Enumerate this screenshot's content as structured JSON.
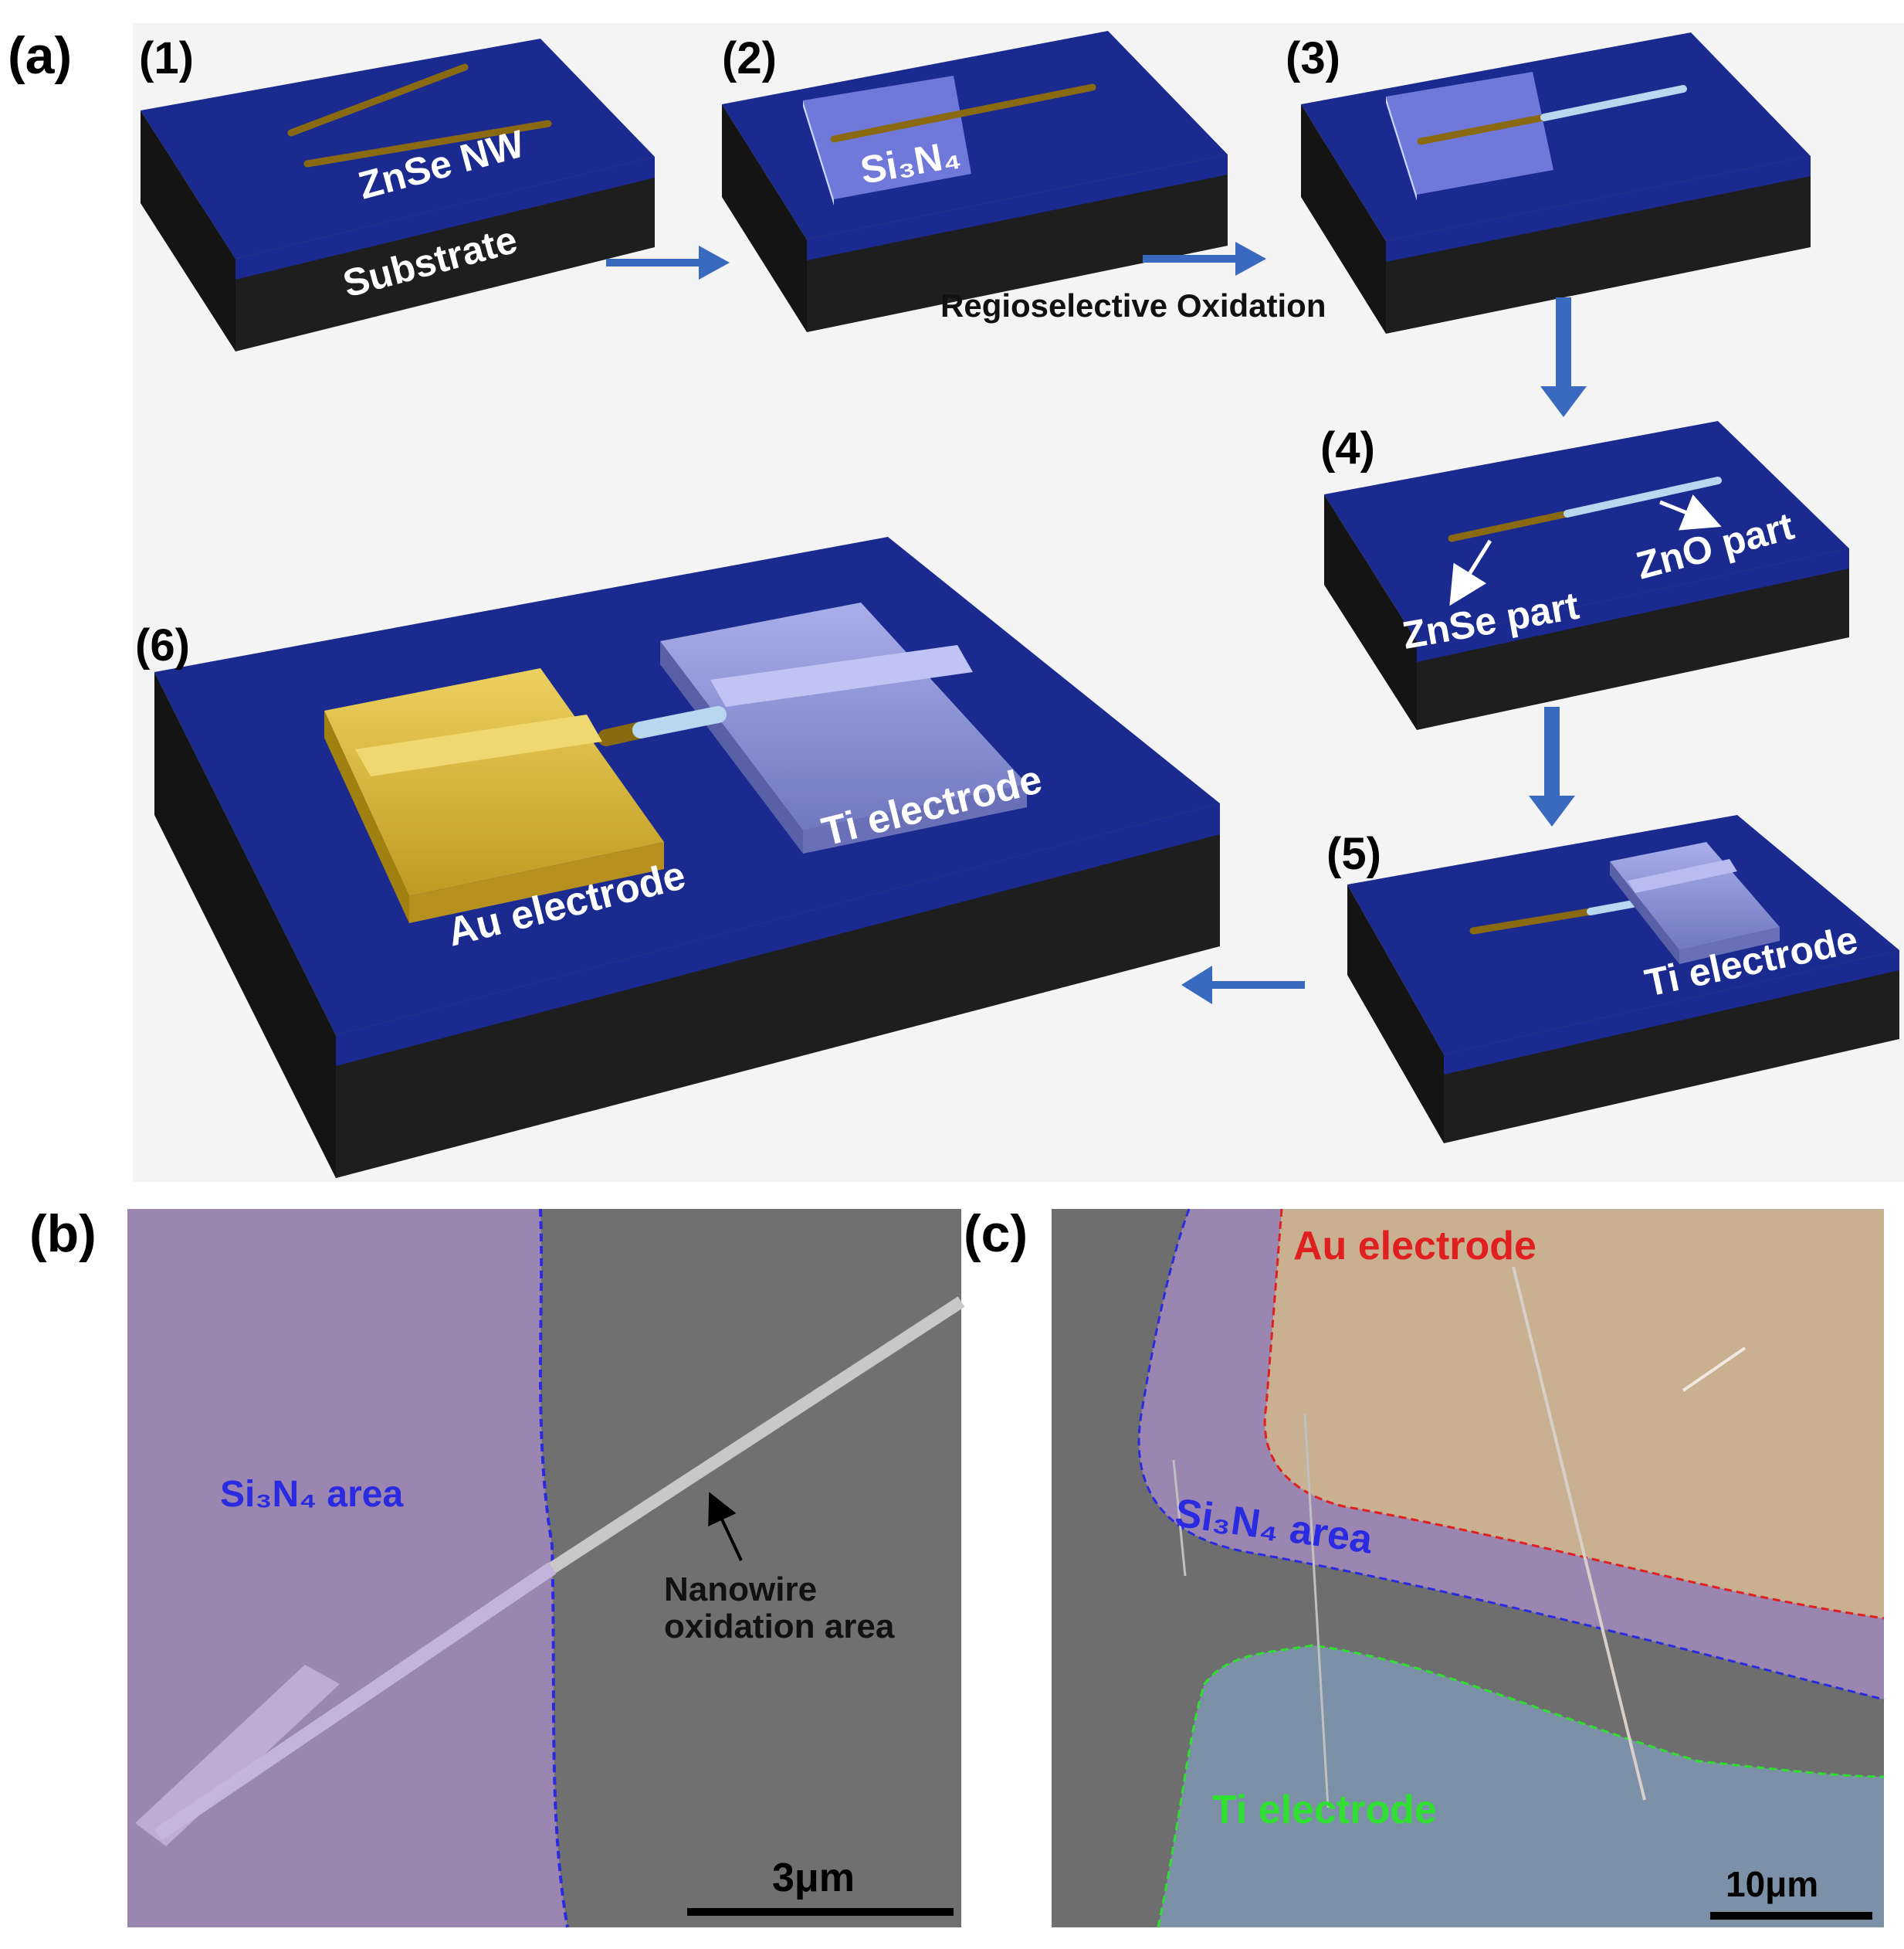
{
  "panel_a": {
    "label": "(a)",
    "steps": [
      {
        "num": "(1)",
        "texts": {
          "nw": "ZnSe NW",
          "substrate": "Substrate"
        }
      },
      {
        "num": "(2)",
        "texts": {
          "si3n4": "Si₃N₄"
        }
      },
      {
        "num": "(3)",
        "texts": {}
      },
      {
        "num": "(4)",
        "texts": {
          "znse": "ZnSe part",
          "zno": "ZnO part"
        }
      },
      {
        "num": "(5)",
        "texts": {
          "ti": "Ti electrode"
        }
      },
      {
        "num": "(6)",
        "texts": {
          "au": "Au electrode",
          "ti": "Ti electrode"
        }
      }
    ],
    "arrow_caption": "Regioselective Oxidation"
  },
  "panel_b": {
    "label": "(b)",
    "si3n4_area": "Si₃N₄ area",
    "annotation_line1": "Nanowire",
    "annotation_line2": "oxidation  area",
    "scalebar": "3μm"
  },
  "panel_c": {
    "label": "(c)",
    "au_electrode": "Au electrode",
    "si3n4_area": "Si₃N₄ area",
    "ti_electrode": "Ti electrode",
    "scalebar": "10μm"
  },
  "colors": {
    "substrate_top": "#1b2a8f",
    "substrate_side": "#1a1a1a",
    "nanowire": "#8a6a10",
    "zno": "#b8d8f0",
    "si3n4_block": "#7f86e8",
    "au": "#d8b43a",
    "ti": "#8a90d0",
    "arrow": "#3a6ac0",
    "sem_gray": "#707070",
    "si3n4_tint": "#9a86b0",
    "au_tint": "#c8b090",
    "ti_tint": "#7c90a8",
    "label_blue": "#2a2ae0",
    "label_red": "#e02020",
    "label_green": "#30e030"
  }
}
